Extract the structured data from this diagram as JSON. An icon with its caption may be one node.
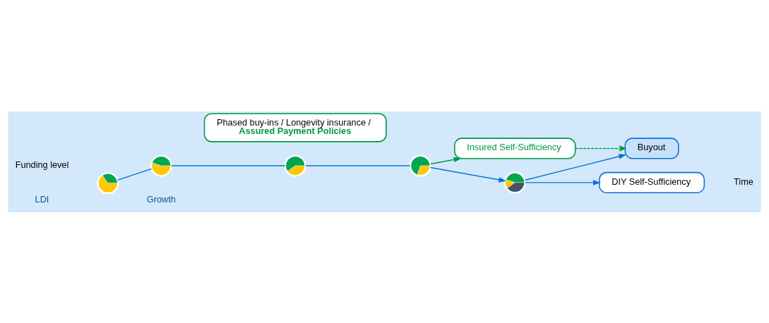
{
  "diagram": {
    "nodes": [
      {
        "text": [],
        "shape": "circle"
      },
      {
        "text": [],
        "shape": "circle"
      },
      {
        "text": [],
        "shape": "circle"
      },
      {
        "text": [],
        "shape": "circle"
      },
      {
        "text": [],
        "shape": "circle"
      },
      {
        "text": [
          "Insured Self-Sufficiency"
        ]
      },
      {
        "text": [
          "Buyout"
        ]
      },
      {
        "text": [
          "DIY Self-Sufficiency"
        ]
      },
      {
        "text": [
          "Phased buy-ins / Longevity insurance /",
          "Assured Payment Policies"
        ]
      }
    ],
    "edges": [
      {
        "from": 0,
        "to": 1,
        "arrow": "none"
      },
      {
        "from": 1,
        "to": 2,
        "arrow": "none"
      },
      {
        "from": 2,
        "to": 3,
        "arrow": "none"
      },
      {
        "from": 3,
        "to": 4,
        "arrow": "to"
      },
      {
        "from": 3,
        "to": 5,
        "arrow": "to",
        "color": "#00974a"
      },
      {
        "from": 4,
        "to": 6,
        "arrow": "to"
      },
      {
        "from": 4,
        "to": 7,
        "arrow": "to"
      },
      {
        "from": 5,
        "to": 6,
        "arrow": "to",
        "style": "dashed",
        "color": "#00974a"
      }
    ],
    "labels": [
      "Funding level",
      "LDI",
      "Growth",
      "Time"
    ]
  }
}
